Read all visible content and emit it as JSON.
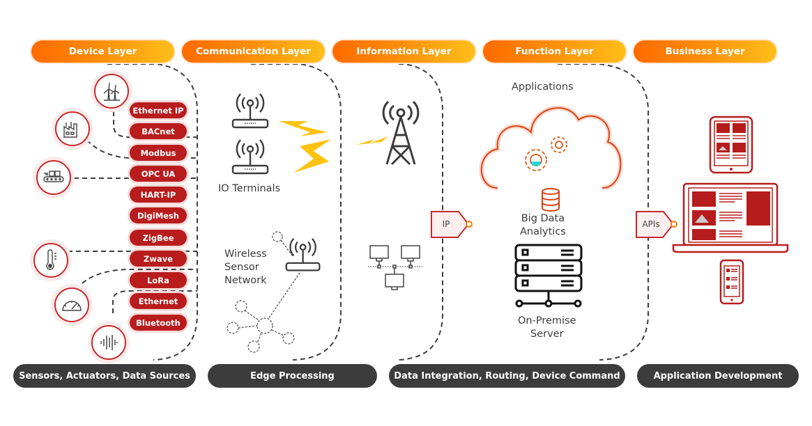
{
  "layers": [
    {
      "label": "Device Layer"
    },
    {
      "label": "Communication Layer"
    },
    {
      "label": "Information Layer"
    },
    {
      "label": "Function Layer"
    },
    {
      "label": "Business Layer"
    }
  ],
  "bottom_labels": [
    {
      "label": "Sensors, Actuators, Data Sources"
    },
    {
      "label": "Edge Processing"
    },
    {
      "label": "Data Integration, Routing, Device Command"
    },
    {
      "label": "Application Development"
    }
  ],
  "protocols": [
    "Ethernet IP",
    "BACnet",
    "Modbus",
    "OPC UA",
    "HART-IP",
    "DigiMesh",
    "ZigBee",
    "Zwave",
    "LoRa",
    "Ethernet",
    "Bluetooth"
  ],
  "device_icons": [
    "wind-turbine-icon",
    "factory-icon",
    "conveyor-belt-icon",
    "thermometer-icon",
    "gauge-icon",
    "sound-wave-icon"
  ],
  "communication": {
    "io_terminals": "IO Terminals",
    "wsn_line1": "Wireless",
    "wsn_line2": "Sensor",
    "wsn_line3": "Network"
  },
  "information": {
    "ip_tag": "IP"
  },
  "function": {
    "applications": "Applications",
    "big_data_line1": "Big Data",
    "big_data_line2": "Analytics",
    "server_line1": "On-Premise",
    "server_line2": "Server"
  },
  "business": {
    "apis_tag": "APIs"
  },
  "colors": {
    "accent_red": "#c62828",
    "pill_orange_start": "#ff6a00",
    "pill_orange_end": "#ffbf1a",
    "bolt_yellow": "#ffc20e",
    "dark_pill": "#3c3c3c"
  }
}
